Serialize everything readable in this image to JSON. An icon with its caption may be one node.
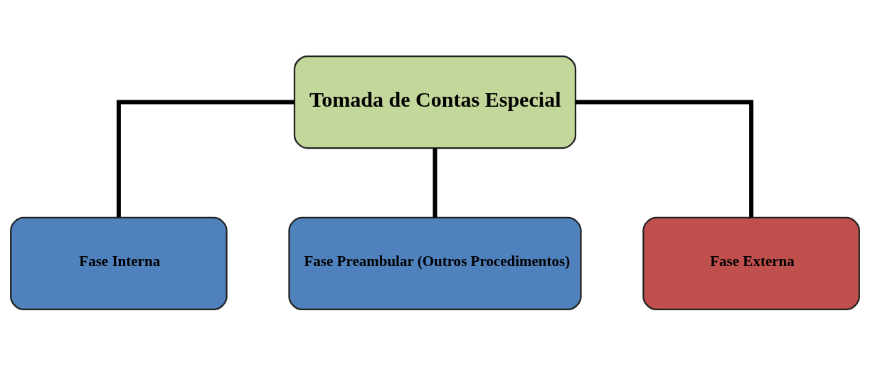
{
  "diagram": {
    "nodes": [
      {
        "text": [
          "Tomada de Contas Especial"
        ]
      },
      {
        "text": [
          "Fase Interna"
        ]
      },
      {
        "text": [
          "Fase Preambular (Outros Procedimentos)"
        ]
      },
      {
        "text": [
          "Fase Externa"
        ]
      }
    ],
    "edges": [
      {
        "from": 0,
        "to": 1,
        "arrow": "none"
      },
      {
        "from": 0,
        "to": 2,
        "arrow": "none"
      },
      {
        "from": 0,
        "to": 3,
        "arrow": "none"
      }
    ]
  }
}
